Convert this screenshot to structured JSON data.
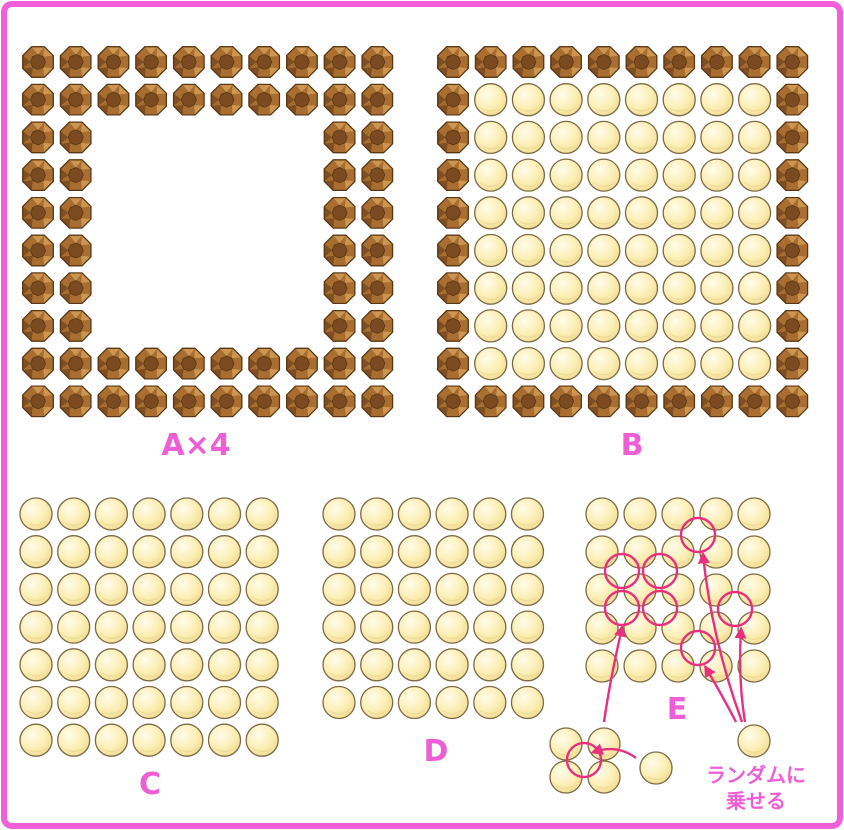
{
  "colors": {
    "frame": "#ef60d8",
    "label": "#ee5fd5",
    "arrow": "#e8307f",
    "ball_fill": "#fbeeb3",
    "ball_stroke": "#7c6a45",
    "ball_shade": "#e9d38b",
    "ball_shine": "#fffbe6",
    "cookie_dark": "#7b4a20",
    "cookie_mid": "#a86e31",
    "cookie_light": "#cf9a55",
    "cookie_stroke": "#5a3714"
  },
  "icons": {
    "cookie": "octagonal-cookie-icon",
    "ball": "cream-ball-icon",
    "marker": "circle-marker-icon",
    "arrow": "curved-arrow-icon"
  },
  "labels": {
    "a": "A×4",
    "b": "B",
    "c": "C",
    "d": "D",
    "e": "E",
    "note_line1": "ランダムに",
    "note_line2": "乗せる"
  },
  "panels": {
    "a": {
      "cols": 10,
      "rows": 10,
      "pattern": "ring-2",
      "fill": "none"
    },
    "b": {
      "cols": 10,
      "rows": 10,
      "pattern": "ring-1",
      "fill": "ball"
    },
    "c": {
      "cols": 7,
      "rows": 7,
      "fill": "ball"
    },
    "d": {
      "cols": 6,
      "rows": 6,
      "fill": "ball"
    },
    "e": {
      "cols": 5,
      "rows": 5,
      "fill": "ball"
    }
  }
}
